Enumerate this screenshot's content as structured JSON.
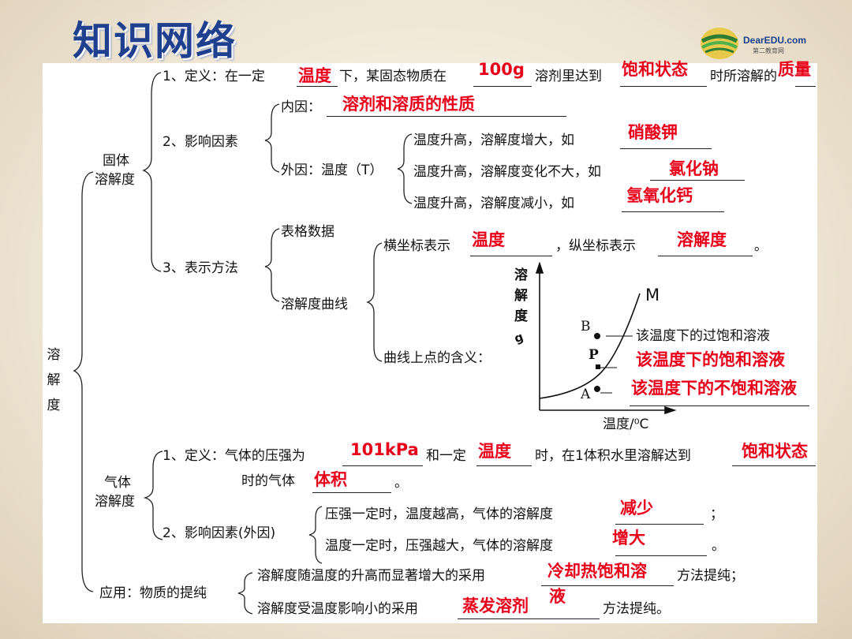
{
  "header": {
    "title": "知识网络",
    "logo_brand": "DearEDU.com",
    "logo_sub": "第二教育网"
  },
  "root": {
    "chars": [
      "溶",
      "解",
      "度"
    ]
  },
  "solid": {
    "label_line1": "固体",
    "label_line2": "溶解度",
    "definition": {
      "p1": "1、定义：在一定",
      "p2": "下，某固态物质在",
      "p3": "溶剂里达到",
      "p4": "时所溶解的",
      "a_temp": "温度",
      "a_100g": "100g",
      "a_state": "饱和状态",
      "a_mass": "质量"
    },
    "factors": {
      "label": "2、影响因素",
      "internal_label": "内因：",
      "internal_answer": "溶剂和溶质的性质",
      "external_label": "外因：温度（T）",
      "rows": [
        {
          "text": "温度升高，溶解度增大，如",
          "answer": "硝酸钾"
        },
        {
          "text": "温度升高，溶解度变化不大，如",
          "answer": "氯化钠"
        },
        {
          "text": "温度升高，溶解度减小，如",
          "answer": "氢氧化钙"
        }
      ]
    },
    "methods": {
      "label": "3、表示方法",
      "table": "表格数据",
      "curve": "溶解度曲线",
      "axis_sentence_p1": "横坐标表示",
      "axis_sentence_p2": "，纵坐标表示",
      "axis_sentence_end": "。",
      "a_x": "温度",
      "a_y": "溶解度",
      "points_label": "曲线上点的含义："
    },
    "graph": {
      "ylabel_chars": [
        "溶",
        "解",
        "度"
      ],
      "ylabel_unit": "g",
      "xlabel": "温度/⁰C",
      "curve_label": "M",
      "points": [
        {
          "name": "B",
          "meaning": "该温度下的过饱和溶液",
          "is_answer": false
        },
        {
          "name": "P",
          "meaning": "该温度下的饱和溶液",
          "is_answer": true
        },
        {
          "name": "A",
          "meaning": "该温度下的不饱和溶液",
          "is_answer": true
        }
      ]
    }
  },
  "gas": {
    "label_line1": "气体",
    "label_line2": "溶解度",
    "definition": {
      "p1": "1、定义：气体的压强为",
      "p2": "和一定",
      "p3": "时，在1体积水里溶解达到",
      "p4": "时的气体",
      "p5": "。",
      "a_pressure": "101kPa",
      "a_temp": "温度",
      "a_state": "饱和状态",
      "a_volume": "体积"
    },
    "factors": {
      "label": "2、影响因素(外因)",
      "row1": "压强一定时，温度越高，气体的溶解度",
      "row1_end": "；",
      "row1_answer": "减少",
      "row2": "温度一定时，压强越大，气体的溶解度",
      "row2_end": "。",
      "row2_answer": "增大"
    }
  },
  "application": {
    "label": "应用：物质的提纯",
    "row1": "溶解度随温度的升高而显著增大的采用",
    "row1_end": "方法提纯；",
    "row1_answer_a": "冷却热饱和溶",
    "row1_answer_b": "液",
    "row2": "溶解度受温度影响小的采用",
    "row2_end": "方法提纯。",
    "row2_answer": "蒸发溶剂"
  }
}
